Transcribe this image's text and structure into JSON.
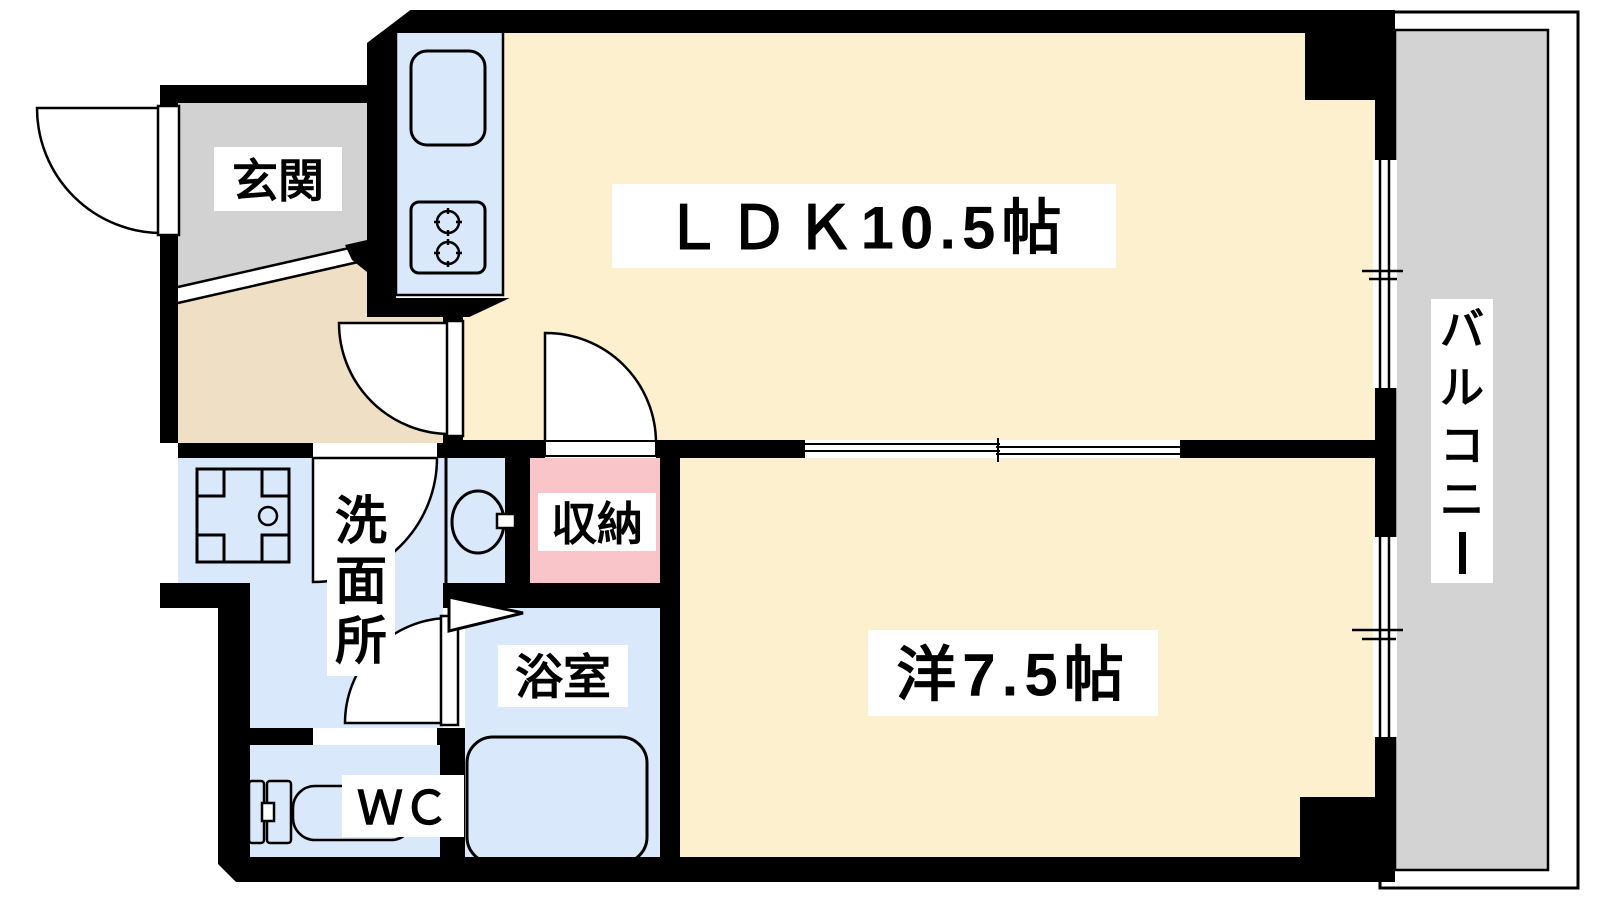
{
  "floorplan": {
    "title": "1LDK apartment floor plan",
    "colors": {
      "wall": "#000000",
      "room_cream": "#FCF0CE",
      "hall_tan": "#EFDFC5",
      "genkan_gray": "#D2D2D2",
      "balcony_gray": "#D3D3D3",
      "wet_blue": "#D9E8FA",
      "storage_pink": "#F9C5C8",
      "bg": "#FFFFFF"
    },
    "rooms": {
      "genkan": {
        "label": "玄関"
      },
      "ldk": {
        "label": "ＬＤＫ10.5帖"
      },
      "western": {
        "label": "洋7.5帖"
      },
      "washroom": {
        "label": "洗面所",
        "chars": [
          "洗",
          "面",
          "所"
        ]
      },
      "storage": {
        "label": "収納"
      },
      "bathroom": {
        "label": "浴室"
      },
      "wc": {
        "label": "ＷＣ"
      },
      "balcony": {
        "label": "バルコニー",
        "chars": [
          "バ",
          "ル",
          "コ",
          "ニ",
          "ー"
        ]
      }
    },
    "fixtures": {
      "kitchen_sink": "kitchen sink",
      "gas_stove": "2-burner gas stove",
      "washer_pan": "washing machine pan",
      "wash_basin": "wash basin",
      "bathtub": "bathtub",
      "toilet": "toilet"
    }
  }
}
